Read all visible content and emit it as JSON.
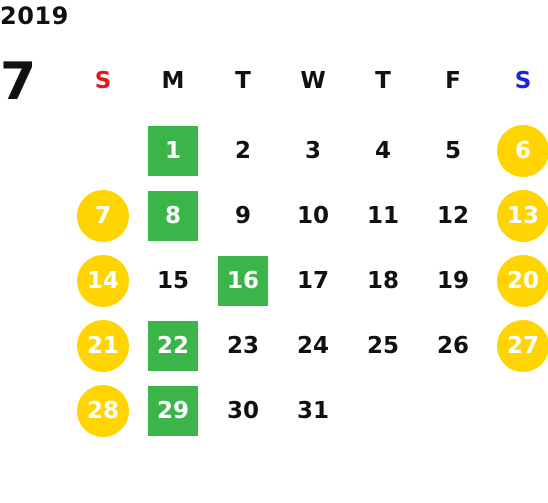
{
  "year": "2019",
  "month": "7",
  "colors": {
    "sunday_label": "#e8151b",
    "saturday_label": "#1c26d8",
    "weekday_label": "#111111",
    "holiday_bg": "#3bb54a",
    "weekend_bg": "#ffd400"
  },
  "weekdays": [
    {
      "label": "S",
      "type": "sunday"
    },
    {
      "label": "M",
      "type": "weekday"
    },
    {
      "label": "T",
      "type": "weekday"
    },
    {
      "label": "W",
      "type": "weekday"
    },
    {
      "label": "T",
      "type": "weekday"
    },
    {
      "label": "F",
      "type": "weekday"
    },
    {
      "label": "S",
      "type": "saturday"
    }
  ],
  "first_weekday_index": 1,
  "days": [
    {
      "day": "1",
      "style": "holiday"
    },
    {
      "day": "2",
      "style": "normal"
    },
    {
      "day": "3",
      "style": "normal"
    },
    {
      "day": "4",
      "style": "normal"
    },
    {
      "day": "5",
      "style": "normal"
    },
    {
      "day": "6",
      "style": "weekend"
    },
    {
      "day": "7",
      "style": "weekend"
    },
    {
      "day": "8",
      "style": "holiday"
    },
    {
      "day": "9",
      "style": "normal"
    },
    {
      "day": "10",
      "style": "normal"
    },
    {
      "day": "11",
      "style": "normal"
    },
    {
      "day": "12",
      "style": "normal"
    },
    {
      "day": "13",
      "style": "weekend"
    },
    {
      "day": "14",
      "style": "weekend"
    },
    {
      "day": "15",
      "style": "normal"
    },
    {
      "day": "16",
      "style": "holiday"
    },
    {
      "day": "17",
      "style": "normal"
    },
    {
      "day": "18",
      "style": "normal"
    },
    {
      "day": "19",
      "style": "normal"
    },
    {
      "day": "20",
      "style": "weekend"
    },
    {
      "day": "21",
      "style": "weekend"
    },
    {
      "day": "22",
      "style": "holiday"
    },
    {
      "day": "23",
      "style": "normal"
    },
    {
      "day": "24",
      "style": "normal"
    },
    {
      "day": "25",
      "style": "normal"
    },
    {
      "day": "26",
      "style": "normal"
    },
    {
      "day": "27",
      "style": "weekend"
    },
    {
      "day": "28",
      "style": "weekend"
    },
    {
      "day": "29",
      "style": "holiday"
    },
    {
      "day": "30",
      "style": "normal"
    },
    {
      "day": "31",
      "style": "normal"
    }
  ]
}
